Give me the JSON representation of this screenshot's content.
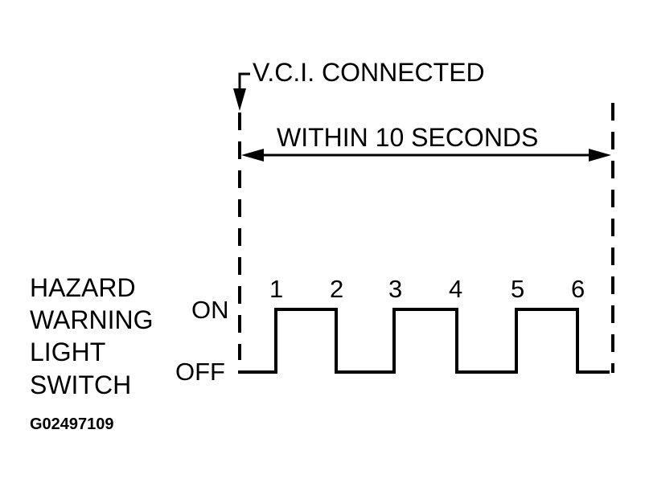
{
  "vci_label": "V.C.I. CONNECTED",
  "window_label": "WITHIN 10 SECONDS",
  "signal_label_lines": [
    "HAZARD",
    "WARNING",
    "LIGHT",
    "SWITCH"
  ],
  "state_on_label": "ON",
  "state_off_label": "OFF",
  "pulse_numbers": [
    "1",
    "2",
    "3",
    "4",
    "5",
    "6"
  ],
  "figure_code": "G02497109",
  "colors": {
    "ink": "#000000",
    "background": "#ffffff"
  }
}
